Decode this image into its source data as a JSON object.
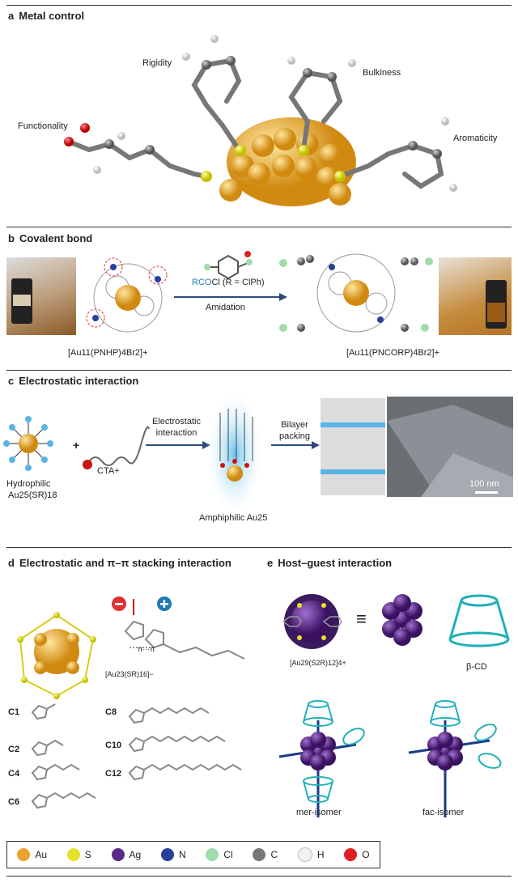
{
  "panels": {
    "a": {
      "letter": "a",
      "title": "Metal control",
      "labels": {
        "functionality": "Functionality",
        "rigidity": "Rigidity",
        "bulkiness": "Bulkiness",
        "aromaticity": "Aromaticity"
      }
    },
    "b": {
      "letter": "b",
      "title": "Covalent bond",
      "reagent_a": "RCO",
      "reagent_b": "Cl (R = ClPh)",
      "arrow_label": "Amidation",
      "left_formula": "[Au11(PNHP)4Br2]+",
      "right_formula": "[Au11(PNCORP)4Br2]+"
    },
    "c": {
      "letter": "c",
      "title": "Electrostatic interaction",
      "hydrophilic": "Hydrophilic",
      "au25": "Au25(SR)18",
      "plus": "+",
      "cta": "CTA+",
      "arrow1": "Electrostatic interaction",
      "amphiphilic": "Amphiphilic Au25",
      "arrow2": "Bilayer packing",
      "scale": "100 nm"
    },
    "d": {
      "letter": "d",
      "title": "Electrostatic and π–π stacking interaction",
      "pipi": "π···π",
      "formula": "[Au23(SR)16]−",
      "chains": [
        "C1",
        "C2",
        "C4",
        "C6",
        "C8",
        "C10",
        "C12"
      ]
    },
    "e": {
      "letter": "e",
      "title": "Host–guest interaction",
      "formula": "[Au29(S2R)12]4+",
      "equiv": "≡",
      "cd": "β-CD",
      "mer": "mer-isomer",
      "fac": "fac-isomer"
    }
  },
  "legend": [
    {
      "symbol": "Au",
      "color": "#e8a22e"
    },
    {
      "symbol": "S",
      "color": "#e6e22a"
    },
    {
      "symbol": "Ag",
      "color": "#5a2a8a"
    },
    {
      "symbol": "N",
      "color": "#2a3f9a"
    },
    {
      "symbol": "Cl",
      "color": "#9fdcaa"
    },
    {
      "symbol": "C",
      "color": "#777777"
    },
    {
      "symbol": "H",
      "color": "#f2f2f2"
    },
    {
      "symbol": "O",
      "color": "#e02020"
    }
  ]
}
